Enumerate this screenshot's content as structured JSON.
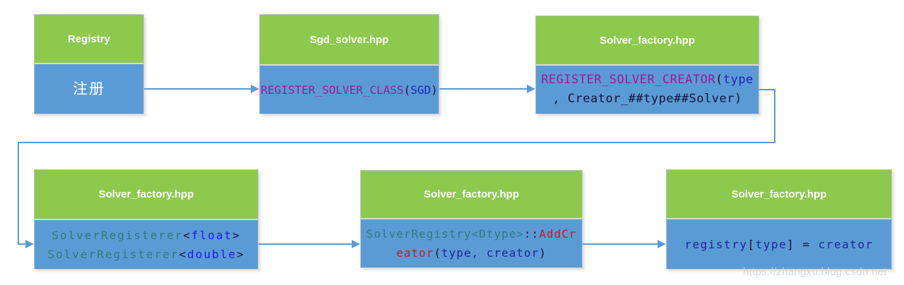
{
  "watermark": {
    "text": "https://zhangxu.blog.csdn.net"
  },
  "colors": {
    "green": "#8CC94D",
    "blue": "#5B9BD5",
    "arrow": "#5B9BD5",
    "border": "#BFC4C9",
    "header_text": "#FFFFFF",
    "purple": "#9A1A9C",
    "kwblue": "#2222BB",
    "brightblue": "#1A1AEE",
    "teal": "#2E7B7B",
    "red": "#B22222",
    "navy": "#232399",
    "dark": "#14143C",
    "wm": "#D0D6DE"
  },
  "boxes": [
    {
      "header": "Registry",
      "lines": [
        [
          "注册"
        ]
      ]
    },
    {
      "header": "Sgd_solver.hpp",
      "lines": [
        [
          "REGISTER_SOLVER_CLASS",
          "(",
          "SGD",
          ")"
        ]
      ]
    },
    {
      "header": "Solver_factory.hpp",
      "lines": [
        [
          "REGISTER_SOLVER_CREATOR",
          "(",
          "type"
        ],
        [
          ", Creator_##type##Solver)"
        ]
      ]
    },
    {
      "header": "Solver_factory.hpp",
      "lines": [
        [
          "SolverRegisterer",
          "<",
          "float",
          ">"
        ],
        [
          "SolverRegisterer",
          "<",
          "double",
          ">"
        ]
      ]
    },
    {
      "header": "Solver_factory.hpp",
      "lines": [
        [
          "SolverRegistry",
          "<Dtype>",
          "::",
          "AddCr"
        ],
        [
          "eator",
          "(",
          "type, creator",
          ")"
        ]
      ]
    },
    {
      "header": "Solver_factory.hpp",
      "lines": [
        [
          "registry",
          "[",
          "type",
          "]",
          " = ",
          "creator"
        ]
      ]
    }
  ]
}
